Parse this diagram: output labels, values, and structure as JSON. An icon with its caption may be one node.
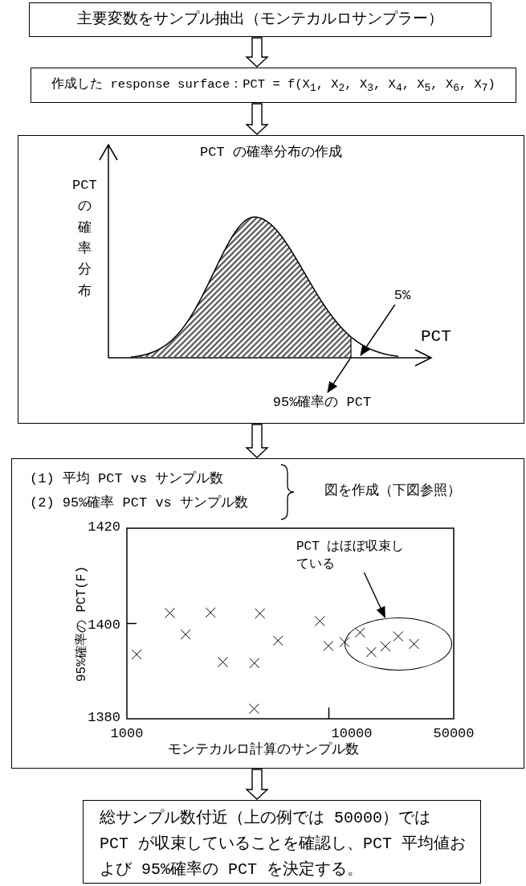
{
  "diagram": {
    "nodes": [
      {
        "text": [
          "主要変数をサンプル抽出（モンテカルロサンプラー）"
        ]
      },
      {
        "text": [
          "作成した response surface：PCT = f(X$_{1}$, X$_{2}$, X$_{3}$, X$_{4}$, X$_{5}$, X$_{6}$, X$_{7}$)"
        ]
      },
      {
        "text": [
          "PCT の確率分布の作成"
        ]
      },
      {
        "text": [
          "5%"
        ],
        "in": 2
      },
      {
        "text": [
          "95%確率の PCT"
        ],
        "in": 2
      },
      {
        "text": [
          "(1) 平均 PCT vs サンプル数",
          "(2) 95%確率 PCT vs サンプル数",
          "図を作成（下図参照）"
        ]
      },
      {
        "text": [
          "PCT はほぼ収束している"
        ],
        "in": 5
      },
      {
        "text": [],
        "shape": "ellipse",
        "in": 5
      },
      {
        "text": [
          "総サンプル数付近（上の例では 50000）では PCT が収束していることを確認し、PCT 平均値および 95%確率の PCT を決定する。"
        ]
      },
      {
        "text": [],
        "shape": "area",
        "in": 2
      },
      {
        "text": [],
        "shape": "area",
        "in": 2
      }
    ],
    "edges": [
      {
        "from": 0,
        "to": 1,
        "arrow": "to"
      },
      {
        "from": 1,
        "to": 2,
        "arrow": "to"
      },
      {
        "from": 2,
        "to": 5,
        "arrow": "to"
      },
      {
        "from": 5,
        "to": 8,
        "arrow": "to"
      },
      {
        "from": 3,
        "to": 10,
        "arrow": "to"
      },
      {
        "from": 9,
        "to": 4,
        "arrow": "to"
      },
      {
        "from": 6,
        "to": 7,
        "arrow": "to"
      }
    ],
    "labels": [
      "PCT の確率分布",
      "PCT",
      "1420",
      "95%確率の PCT(F)",
      "1400",
      "1380",
      "1000",
      "10000",
      "50000",
      "モンテカルロ計算のサンプル数"
    ]
  }
}
